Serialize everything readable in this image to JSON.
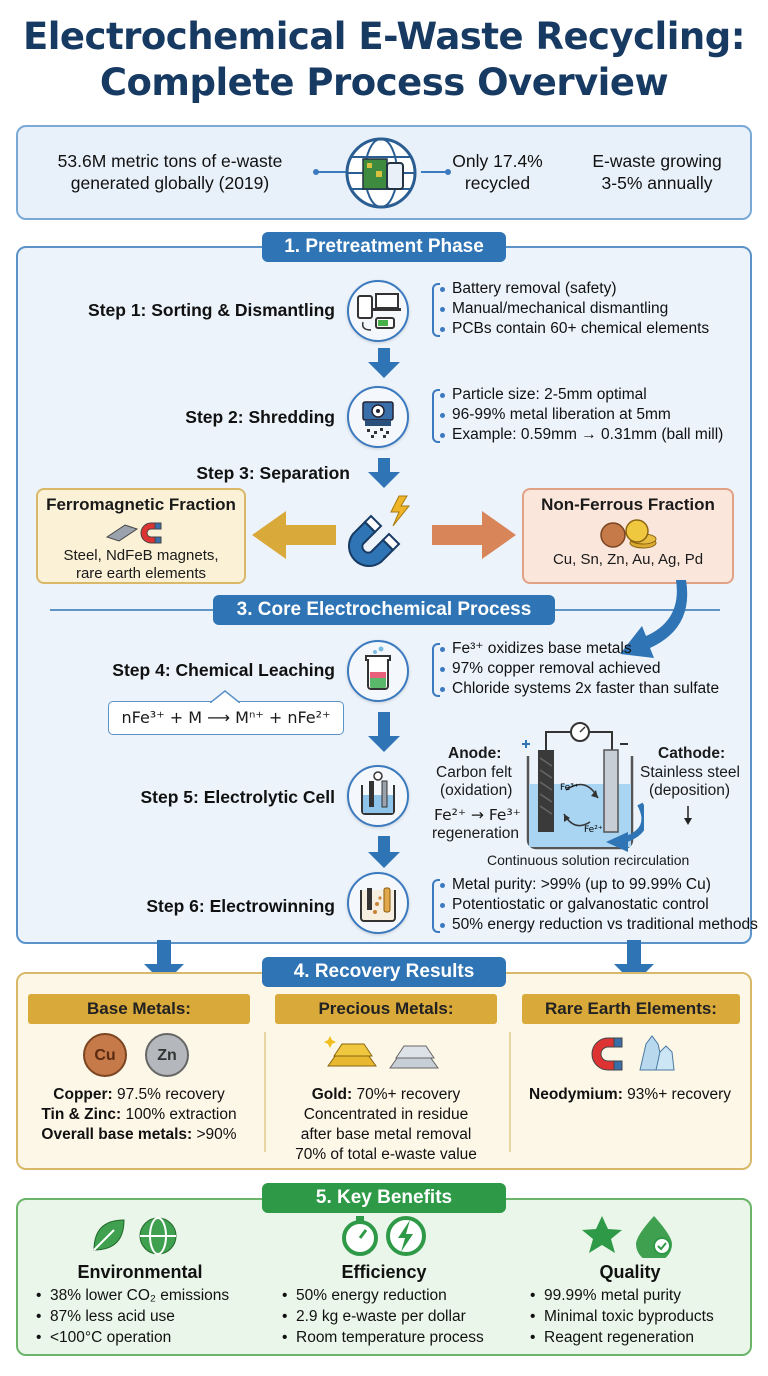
{
  "title": {
    "line1": "Electrochemical E-Waste Recycling:",
    "line2": "Complete Process Overview"
  },
  "stats": {
    "s1": {
      "line1": "53.6M metric tons of e-waste",
      "line2": "generated globally (2019)"
    },
    "s2": {
      "line1": "Only 17.4%",
      "line2": "recycled"
    },
    "s3": {
      "line1": "E-waste growing",
      "line2": "3-5% annually"
    },
    "icon": "globe-devices-icon"
  },
  "pretreatment": {
    "header": "1. Pretreatment Phase",
    "step1": {
      "label": "Step 1: Sorting & Dismantling",
      "icon": "devices-battery-icon",
      "bullets": [
        "Battery removal (safety)",
        "Manual/mechanical dismantling",
        "PCBs contain 60+ chemical elements"
      ]
    },
    "step2": {
      "label": "Step 2: Shredding",
      "icon": "shredder-icon",
      "bullets": [
        "Particle size: 2-5mm optimal",
        "96-99% metal liberation at 5mm",
        "Example: 0.59mm → 0.31mm (ball mill)"
      ]
    },
    "step3": {
      "label": "Step 3: Separation",
      "icon": "magnet-icon"
    },
    "ferro": {
      "title": "Ferromagnetic Fraction",
      "line1": "Steel, NdFeB magnets,",
      "line2": "rare earth elements"
    },
    "nonferro": {
      "title": "Non-Ferrous Fraction",
      "line1": "Cu, Sn, Zn, Au, Ag, Pd"
    }
  },
  "core": {
    "header": "3. Core Electrochemical Process",
    "step4": {
      "label": "Step 4: Chemical Leaching",
      "icon": "beaker-icon",
      "bullets": [
        "Fe³⁺ oxidizes base metals",
        "97% copper removal achieved",
        "Chloride systems 2x faster than sulfate"
      ],
      "equation": "nFe³⁺ + M ⟶ Mⁿ⁺ + nFe²⁺"
    },
    "step5": {
      "label": "Step 5: Electrolytic Cell",
      "icon": "electrolytic-cell-icon"
    },
    "cell": {
      "anode_title": "Anode:",
      "anode_l1": "Carbon felt",
      "anode_l2": "(oxidation)",
      "reaction_l1": "Fe²⁺ → Fe³⁺",
      "reaction_l2": "regeneration",
      "cathode_title": "Cathode:",
      "cathode_l1": "Stainless steel",
      "cathode_l2": "(deposition)",
      "caption": "Continuous solution recirculation",
      "ion1": "Fe³⁺",
      "ion2": "Fe²⁺"
    },
    "step6": {
      "label": "Step 6: Electrowinning",
      "icon": "electrowinning-icon",
      "bullets": [
        "Metal purity: >99% (up to 99.99% Cu)",
        "Potentiostatic or galvanostatic control",
        "50% energy reduction vs traditional methods"
      ]
    }
  },
  "recovery": {
    "header": "4. Recovery Results",
    "base": {
      "tag": "Base Metals:",
      "cu": "Cu",
      "zn": "Zn",
      "l1b": "Copper:",
      "l1": " 97.5% recovery",
      "l2b": "Tin & Zinc:",
      "l2": " 100% extraction",
      "l3b": "Overall base metals:",
      "l3": " >90%"
    },
    "precious": {
      "tag": "Precious Metals:",
      "l1b": "Gold:",
      "l1": " 70%+ recovery",
      "l2": "Concentrated in residue",
      "l3": "after base metal removal",
      "l4": "70% of total e-waste value"
    },
    "rare": {
      "tag": "Rare Earth Elements:",
      "l1b": "Neodymium:",
      "l1": " 93%+ recovery"
    }
  },
  "benefits": {
    "header": "5. Key Benefits",
    "env": {
      "title": "Environmental",
      "items": [
        "38% lower CO₂ emissions",
        "87% less acid use",
        "<100°C operation"
      ]
    },
    "eff": {
      "title": "Efficiency",
      "items": [
        "50% energy reduction",
        "2.9 kg e-waste per dollar",
        "Room temperature process"
      ]
    },
    "qual": {
      "title": "Quality",
      "items": [
        "99.99% metal purity",
        "Minimal toxic byproducts",
        "Reagent regeneration"
      ]
    }
  },
  "colors": {
    "blue": "#2f74b5",
    "navy": "#173a63",
    "green": "#2e9a47",
    "gold": "#d9a93a"
  }
}
